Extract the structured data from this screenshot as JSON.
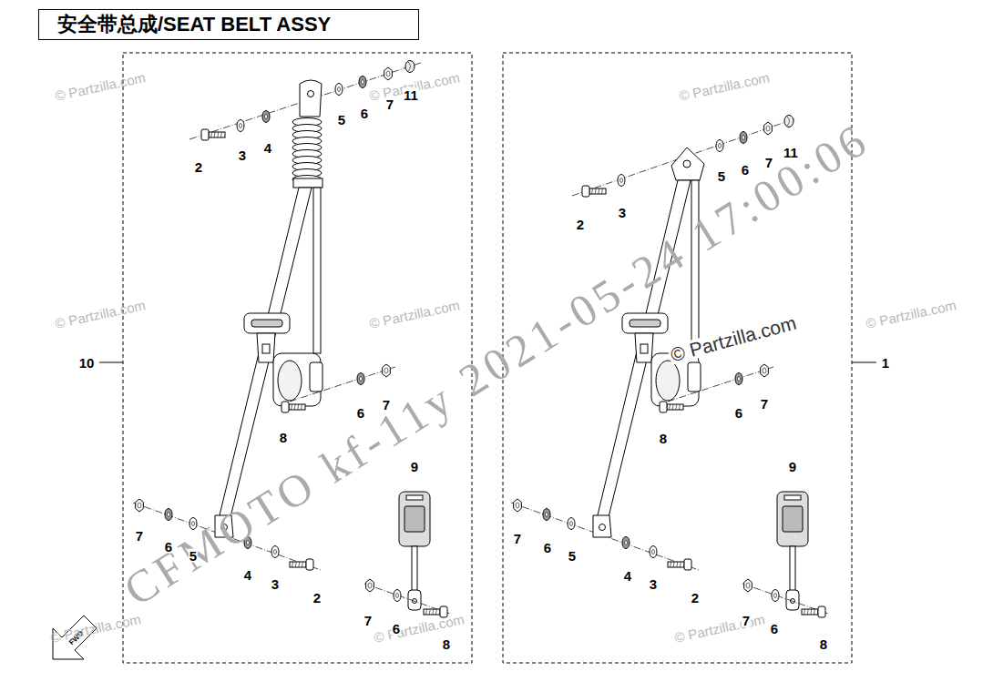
{
  "diagram": {
    "title": "安全带总成/SEAT BELT ASSY",
    "labels": [
      "2",
      "3",
      "4",
      "5",
      "6",
      "7",
      "11",
      "10",
      "8",
      "6",
      "7",
      "9",
      "7",
      "6",
      "5",
      "4",
      "3",
      "2",
      "7",
      "6",
      "8",
      "2",
      "3",
      "5",
      "6",
      "7",
      "11",
      "1",
      "8",
      "6",
      "7",
      "9",
      "7",
      "6",
      "5",
      "4",
      "3",
      "2",
      "7",
      "6",
      "8",
      "FWD",
      "CFMOTO kf-11y 2021-05-24 17:00:06",
      "© Partzilla.com",
      "© Partzilla.com",
      "© Partzilla.com",
      "© Partzilla.com",
      "© Partzilla.com",
      "© Partzilla.com",
      "© Partzilla.com",
      "© Partzilla.com",
      "© Partzilla.com",
      "© Partzilla.com"
    ]
  }
}
